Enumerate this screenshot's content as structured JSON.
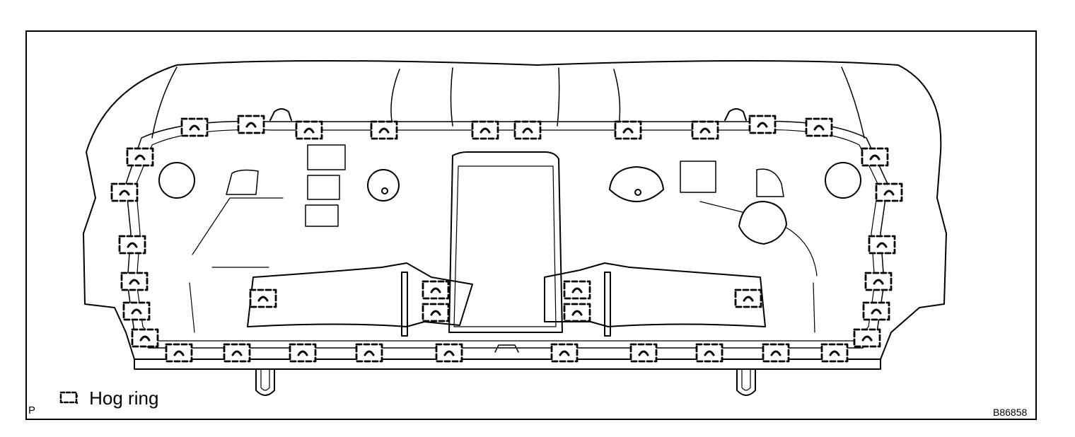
{
  "legend": {
    "icon": "hog-ring-symbol-icon",
    "colon": ":",
    "label": "Hog ring"
  },
  "corner_mark": "P",
  "figure_id": "B86858",
  "colors": {
    "line": "#000000",
    "background": "#ffffff"
  }
}
